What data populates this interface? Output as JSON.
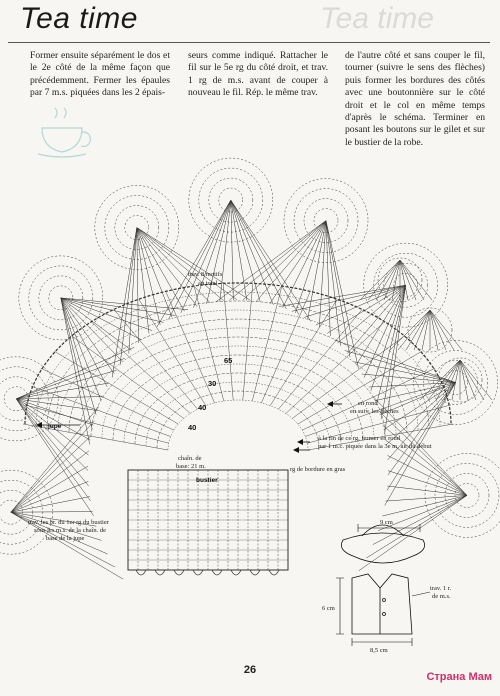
{
  "header": {
    "title": "Tea time"
  },
  "columns": {
    "col1": "Former ensuite séparément le dos et le 2e côté de la même façon que précédemment. Fermer les épaules par 7 m.s. piquées dans les 2 épais-",
    "col2": "seurs comme indiqué. Rattacher le fil sur le 5e rg du côté droit, et trav. 1 rg de m.s. avant de couper à nouveau le fil. Rép. le même trav.",
    "col3": "de l'autre côté et sans couper le fil, tourner (suivre le sens des flèches) puis former les bordures des côtés avec une boutonnière sur le côté droit et le col en même temps d'après le schéma. Terminer en posant les boutons sur le gilet et sur le bustier de la robe."
  },
  "diagram": {
    "labels": {
      "motifs": "trav. 8 motifs",
      "total": "au total",
      "rond_suiv": "en rond",
      "suiv_fleches": "en suiv. les flèches",
      "jupe": "jupe",
      "fin_rg": "à la fin de ce rg, fermer en rond",
      "fin_rg2": "par 1 m.c. piquée dans la 3e m. air du début",
      "chain": "chaîn. de",
      "chain2": "base: 21 m.",
      "bordure": "rg de bordure en gras",
      "bustier": "bustier",
      "trav_br": "trav. les br. du 1er rg du bustier",
      "trav_br2": "sous les m.s. de la chaîn. de",
      "trav_br3": "base de la jupe"
    },
    "row_numbers": [
      "65",
      "40",
      "40",
      "30"
    ],
    "hat_width": "9 cm",
    "vest_height": "6 cm",
    "vest_width": "8,5 cm",
    "vest_label": "trav. 1 r.",
    "vest_label2": "de m.s."
  },
  "footer": {
    "page_number": "26",
    "watermark": "Страна Мам"
  },
  "colors": {
    "accent": "#d0306a",
    "ink": "#222222",
    "paper": "#f7f6f2"
  }
}
